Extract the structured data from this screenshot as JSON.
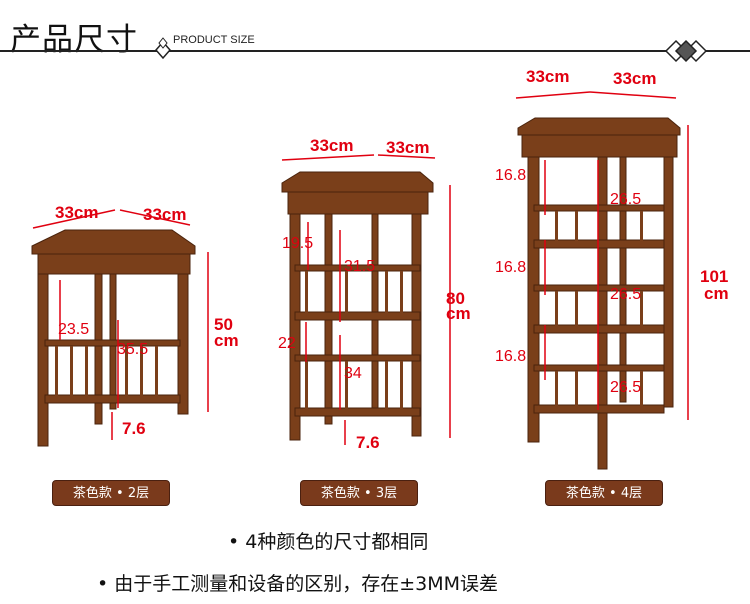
{
  "header": {
    "title": "产品尺寸",
    "subtitle": "PRODUCT SIZE"
  },
  "products": [
    {
      "caption": "茶色款 • 2层",
      "width": "33cm",
      "depth": "33cm",
      "height": "50",
      "height_unit": "cm",
      "dims": [
        "23.5",
        "35.5",
        "7.6"
      ]
    },
    {
      "caption": "茶色款 • 3层",
      "width": "33cm",
      "depth": "33cm",
      "height": "80",
      "height_unit": "cm",
      "dims": [
        "19.5",
        "31.5",
        "22",
        "34",
        "7.6"
      ]
    },
    {
      "caption": "茶色款 • 4层",
      "width": "33cm",
      "depth": "33cm",
      "height": "101",
      "height_unit": "cm",
      "dims": [
        "16.8",
        "16.8",
        "16.8",
        "26.5",
        "26.5",
        "26.5"
      ]
    }
  ],
  "notes": [
    "• 4种颜色的尺寸都相同",
    "• 由于手工测量和设备的区别，存在±3MM误差"
  ],
  "colors": {
    "wood": "#7a3f1a",
    "dimension": "#e00010",
    "caption_bg": "#7a3a1c"
  }
}
